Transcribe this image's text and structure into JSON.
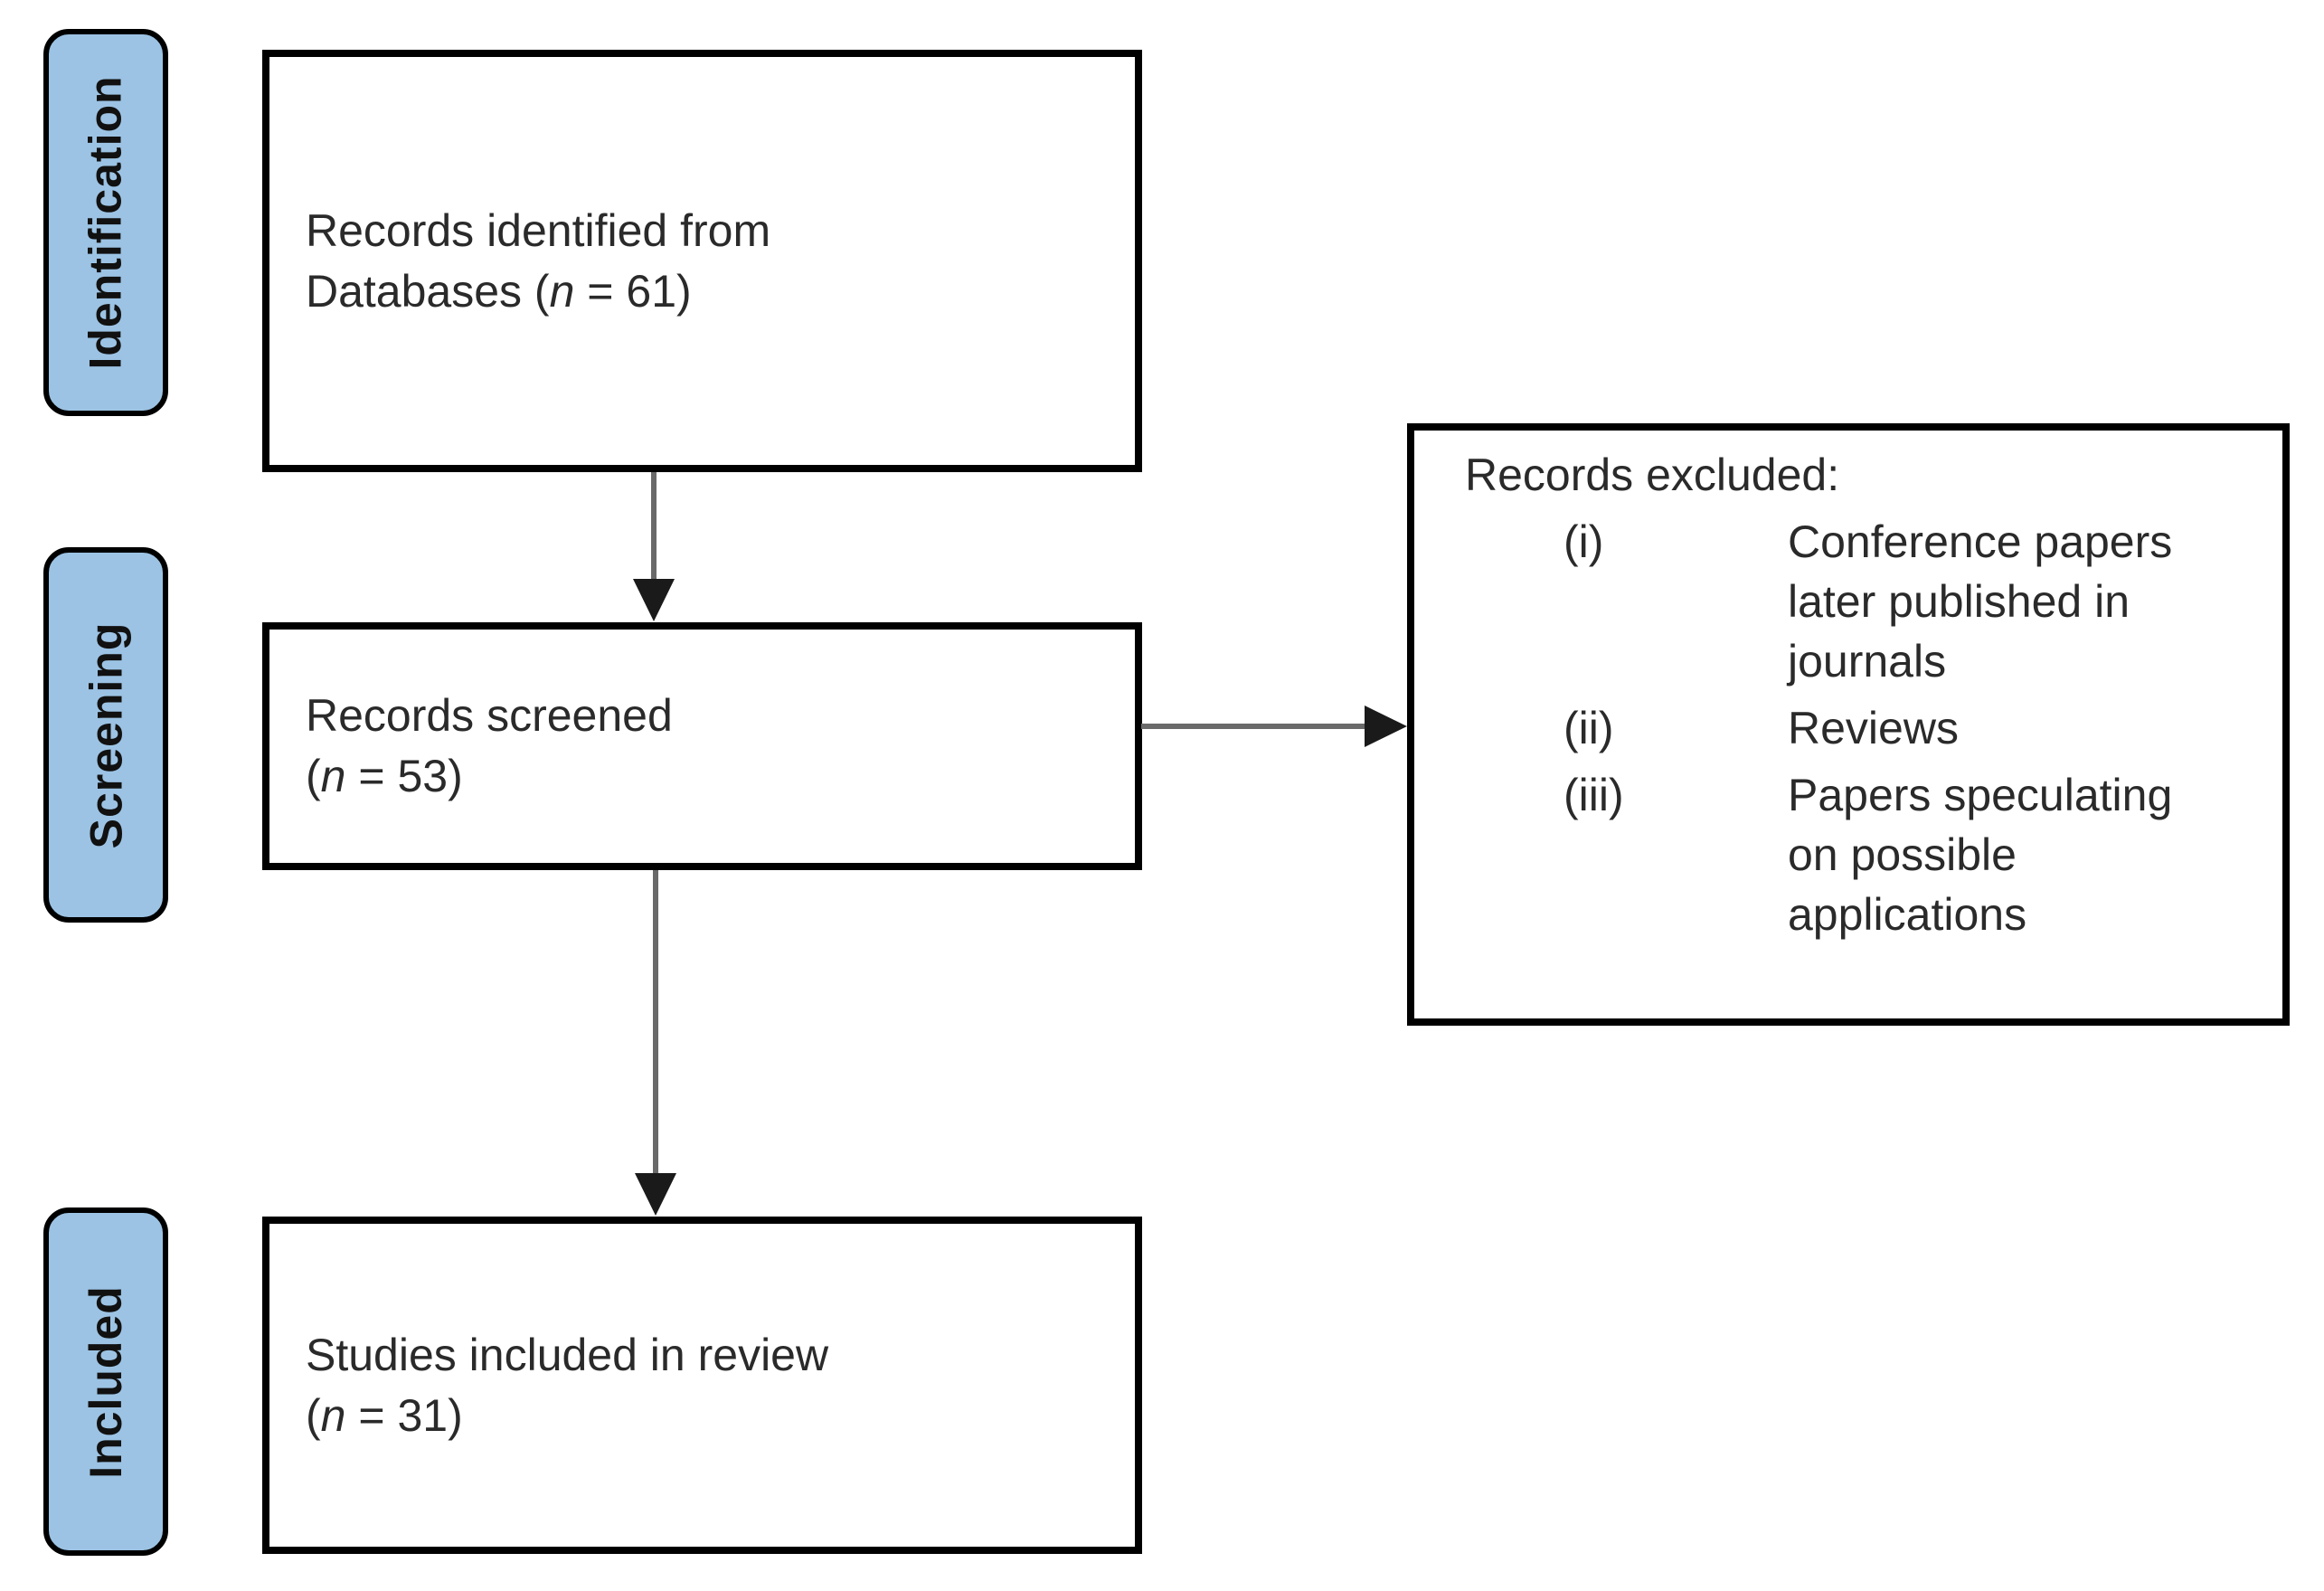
{
  "diagram": {
    "stages": [
      {
        "label": "Identification"
      },
      {
        "label": "Screening"
      },
      {
        "label": "Included"
      }
    ],
    "boxes": {
      "identified": {
        "lines": [
          "Records identified from",
          "Databases (n = 61)"
        ]
      },
      "screened": {
        "lines": [
          "Records screened",
          "(n = 53)"
        ]
      },
      "included": {
        "lines": [
          "Studies included in review",
          "(n = 31)"
        ]
      },
      "excluded": {
        "title": "Records excluded:",
        "items": [
          {
            "numeral": "(i)",
            "text": "Conference papers later published in journals"
          },
          {
            "numeral": "(ii)",
            "text": "Reviews"
          },
          {
            "numeral": "(iii)",
            "text": "Papers speculating on possible applications"
          }
        ]
      }
    },
    "counts": {
      "identified": 61,
      "screened": 53,
      "included": 31
    },
    "colors": {
      "stage_fill": "#9cc3e4",
      "box_border": "#000000",
      "arrow_line": "#6a6a6a",
      "arrow_head": "#1a1a1a",
      "text": "#2a2a2a",
      "background": "#ffffff"
    }
  }
}
